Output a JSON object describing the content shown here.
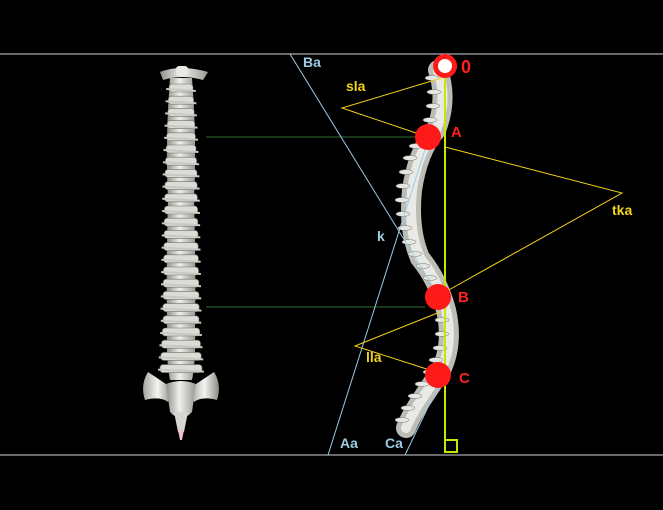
{
  "labels": {
    "origin": "0",
    "point_a": "A",
    "point_b": "B",
    "point_c": "C",
    "sla": "sla",
    "tka": "tka",
    "lla": "lla",
    "ba": "Ba",
    "k": "k",
    "aa": "Aa",
    "ca": "Ca"
  },
  "colors": {
    "background": "#000000",
    "frame_line": "#cfd6dc",
    "angle_lines": "#f2d21b",
    "plumb_line": "#c8e600",
    "reference_lines": "#9ecbe3",
    "guide_lines": "#2f6b2f",
    "markers": "#ff1a1a",
    "bone": "#d9d9d5"
  }
}
